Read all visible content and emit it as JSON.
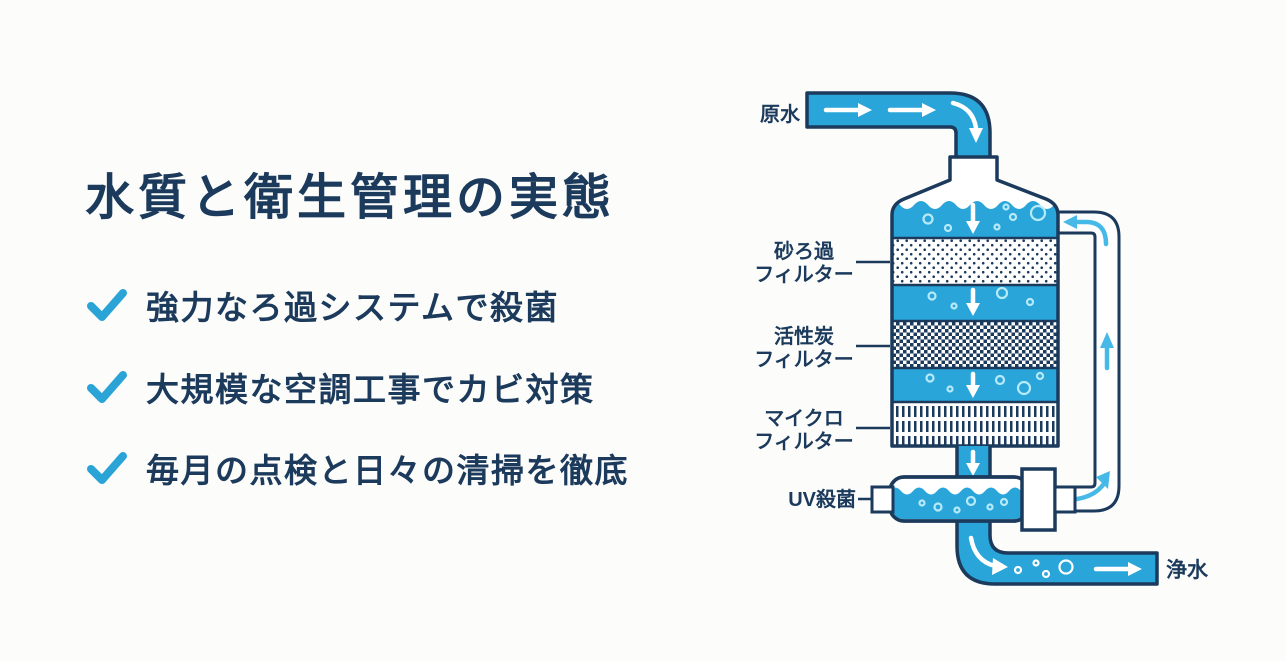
{
  "slide": {
    "title": "水質と衛生管理の実態",
    "bullets": [
      {
        "label": "強力なろ過システムで殺菌"
      },
      {
        "label": "大規模な空調工事でカビ対策"
      },
      {
        "label": "毎月の点検と日々の清掃を徹底"
      }
    ]
  },
  "diagram": {
    "labels": {
      "raw_water": "原水",
      "sand_filter": [
        "砂ろ過",
        "フィルター"
      ],
      "carbon_filter": [
        "活性炭",
        "フィルター"
      ],
      "micro_filter": [
        "マイクロ",
        "フィルター"
      ],
      "uv": "UV殺菌",
      "clean_water": "浄水"
    }
  },
  "colors": {
    "navy": "#1b3a5c",
    "water_blue": "#29a5da",
    "light_blue_arrow": "#47b9e8",
    "check_blue": "#2aa4d7",
    "bubble": "#b7eaf8",
    "background": "#fcfcfa"
  }
}
